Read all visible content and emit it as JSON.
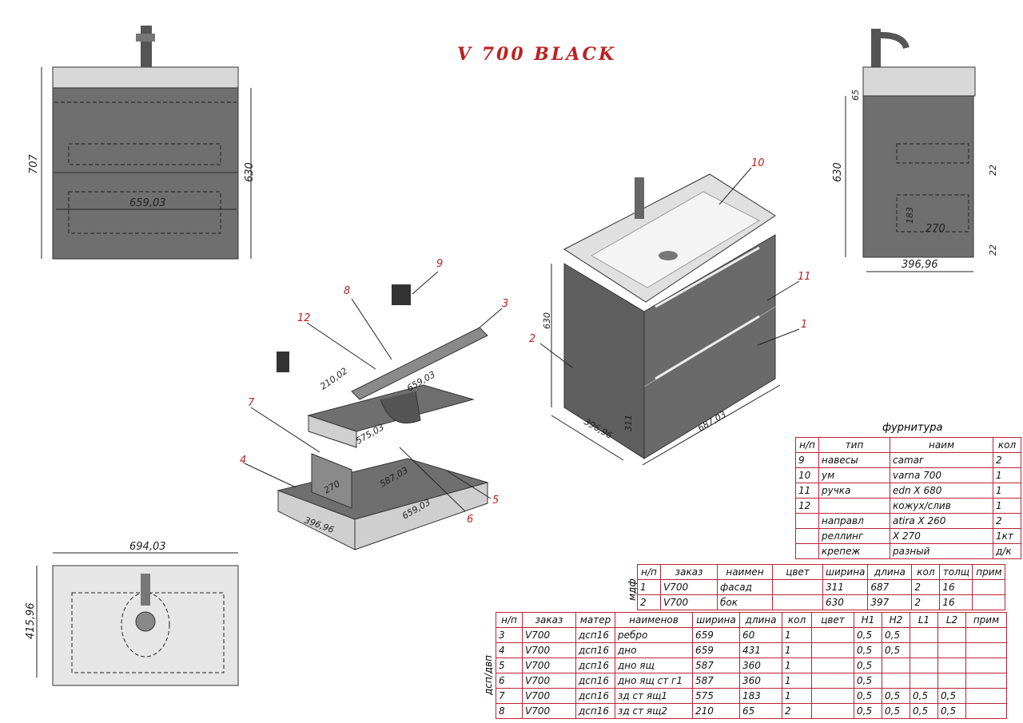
{
  "title": "V 700 BLACK",
  "front_view": {
    "dim_height_total": "707",
    "dim_height_body": "630",
    "dim_width": "659,03"
  },
  "top_view": {
    "dim_width": "694,03",
    "dim_depth": "415,96"
  },
  "side_view": {
    "dim_top": "65",
    "dim_height": "630",
    "dim_gap1": "22",
    "dim_drawer_h": "183",
    "dim_rail": "270",
    "dim_gap2": "22",
    "dim_depth": "396,96"
  },
  "exploded": {
    "dim_210": "210,02",
    "dim_659a": "659,03",
    "dim_575": "575,03",
    "dim_587": "587,03",
    "dim_270": "270",
    "dim_659b": "659,03",
    "dim_396": "396,96",
    "callouts": [
      "9",
      "8",
      "12",
      "3",
      "7",
      "4",
      "5",
      "6"
    ]
  },
  "iso_view": {
    "dim_630": "630",
    "dim_396": "396,96",
    "dim_311": "311",
    "dim_687": "687,03",
    "callouts": [
      "10",
      "11",
      "2",
      "1"
    ]
  },
  "fittings": {
    "caption": "фурнитура",
    "headers": [
      "н/п",
      "тип",
      "наим",
      "кол"
    ],
    "rows": [
      [
        "9",
        "навесы",
        "camar",
        "2"
      ],
      [
        "10",
        "ум",
        "varna 700",
        "1"
      ],
      [
        "11",
        "ручка",
        "edn X 680",
        "1"
      ],
      [
        "12",
        "",
        "кожух/слив",
        "1"
      ],
      [
        "",
        "направл",
        "atira X 260",
        "2"
      ],
      [
        "",
        "реллинг",
        "X 270",
        "1кт"
      ],
      [
        "",
        "крепеж",
        "разный",
        "д/к"
      ]
    ]
  },
  "mdf": {
    "side_label": "мдф",
    "headers": [
      "н/п",
      "заказ",
      "наимен",
      "цвет",
      "ширина",
      "длина",
      "кол",
      "толщ",
      "прим"
    ],
    "rows": [
      [
        "1",
        "V700",
        "фасад",
        "",
        "311",
        "687",
        "2",
        "16",
        ""
      ],
      [
        "2",
        "V700",
        "бок",
        "",
        "630",
        "397",
        "2",
        "16",
        ""
      ]
    ]
  },
  "dsp": {
    "side_label": "дсп/двп",
    "headers": [
      "н/п",
      "заказ",
      "матер",
      "наименов",
      "ширина",
      "длина",
      "кол",
      "цвет",
      "H1",
      "H2",
      "L1",
      "L2",
      "прим"
    ],
    "rows": [
      [
        "3",
        "V700",
        "дсп16",
        "ребро",
        "659",
        "60",
        "1",
        "",
        "0,5",
        "0,5",
        "",
        "",
        ""
      ],
      [
        "4",
        "V700",
        "дсп16",
        "дно",
        "659",
        "431",
        "1",
        "",
        "0,5",
        "0,5",
        "",
        "",
        ""
      ],
      [
        "5",
        "V700",
        "дсп16",
        "дно ящ",
        "587",
        "360",
        "1",
        "",
        "0,5",
        "",
        "",
        "",
        ""
      ],
      [
        "6",
        "V700",
        "дсп16",
        "дно ящ ст г1",
        "587",
        "360",
        "1",
        "",
        "0,5",
        "",
        "",
        "",
        ""
      ],
      [
        "7",
        "V700",
        "дсп16",
        "зд ст ящ1",
        "575",
        "183",
        "1",
        "",
        "0,5",
        "0,5",
        "0,5",
        "0,5",
        ""
      ],
      [
        "8",
        "V700",
        "дсп16",
        "зд ст ящ2",
        "210",
        "65",
        "2",
        "",
        "0,5",
        "0,5",
        "0,5",
        "0,5",
        ""
      ]
    ]
  }
}
